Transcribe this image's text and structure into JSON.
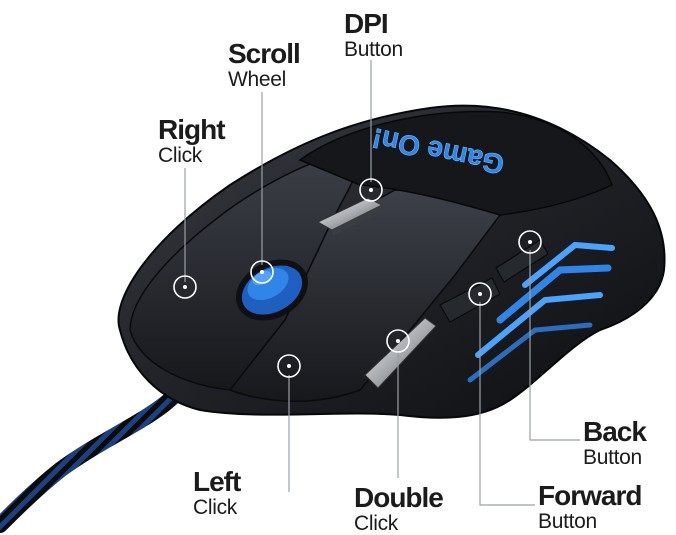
{
  "brand_text": "Game On!",
  "callouts": {
    "dpi": {
      "title": "DPI",
      "subtitle": "Button"
    },
    "scroll": {
      "title": "Scroll",
      "subtitle": "Wheel"
    },
    "right_click": {
      "title": "Right",
      "subtitle": "Click"
    },
    "left_click": {
      "title": "Left",
      "subtitle": "Click"
    },
    "double_click": {
      "title": "Double",
      "subtitle": "Click"
    },
    "back": {
      "title": "Back",
      "subtitle": "Button"
    },
    "forward": {
      "title": "Forward",
      "subtitle": "Button"
    }
  },
  "colors": {
    "mouse_body": "#1a1c20",
    "mouse_shell": "#2b2e34",
    "accent_blue": "#2f86e8",
    "glow_blue": "#4aa3ff",
    "leader_line": "#9aa0a6",
    "label_text": "#1b1b1b",
    "cable_blue": "#1e5fc4"
  },
  "icons": [
    "dpi-button-icon",
    "scroll-wheel-icon",
    "cable-icon"
  ]
}
